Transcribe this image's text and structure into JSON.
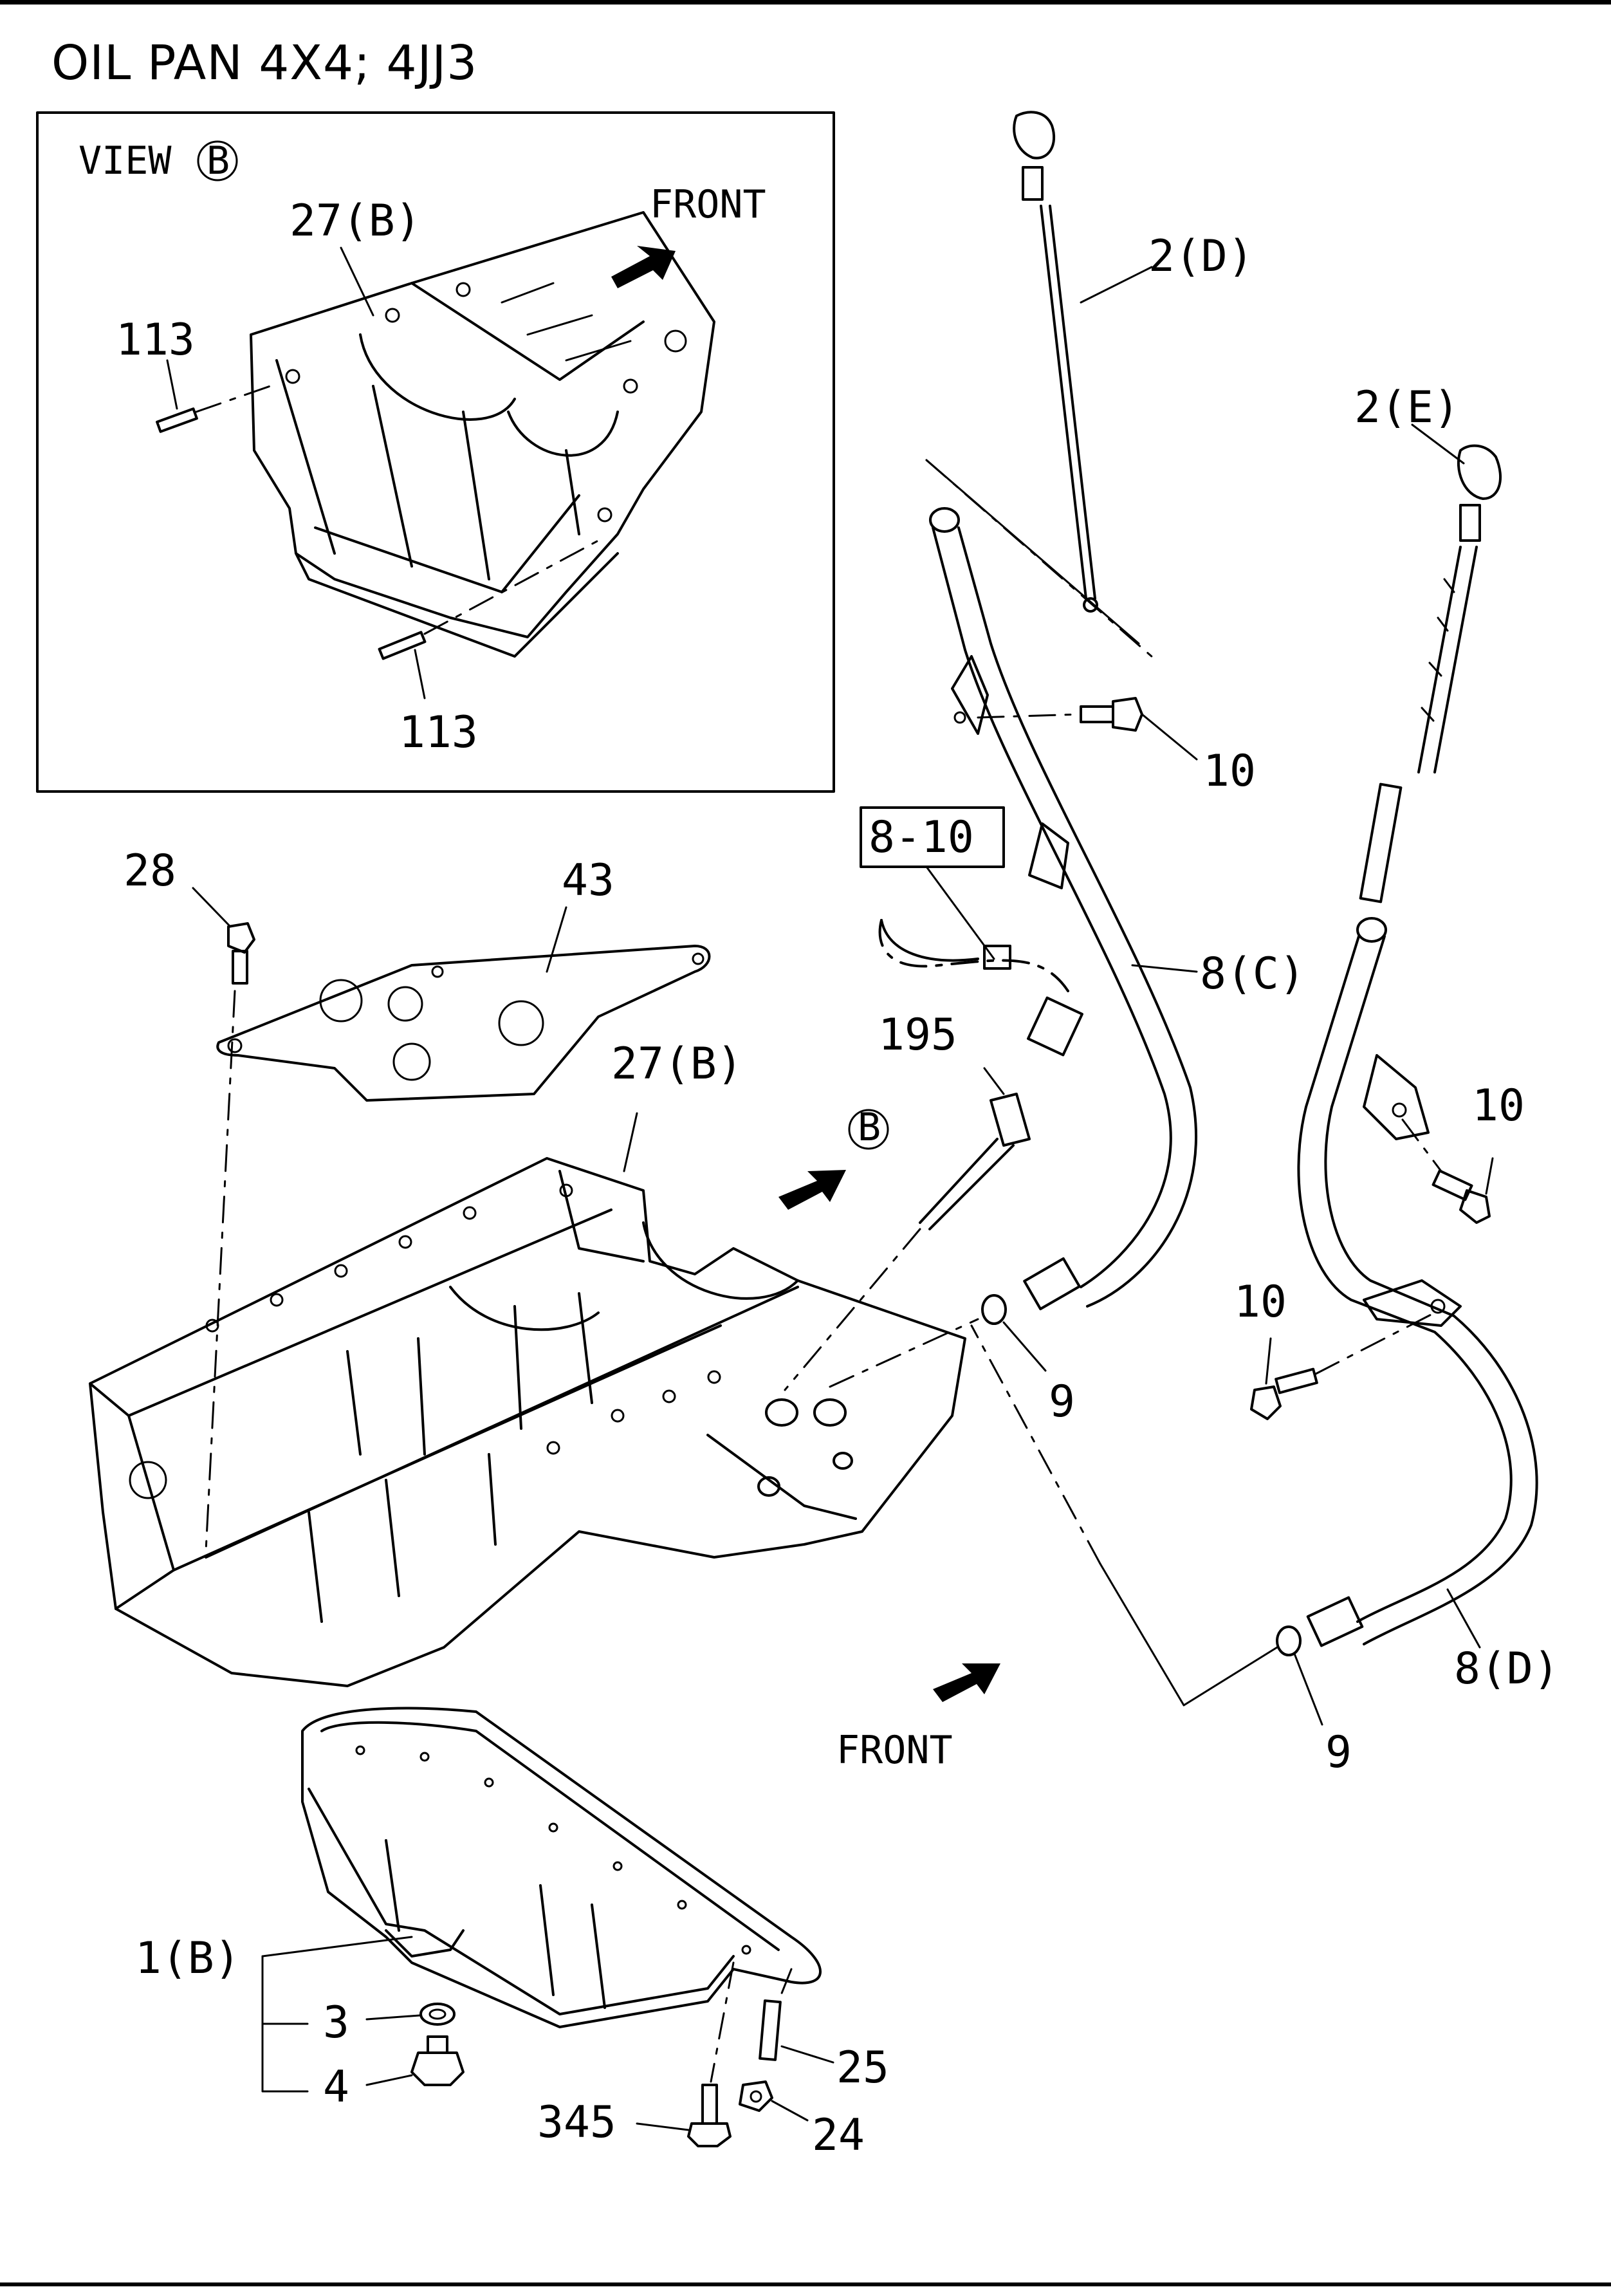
{
  "title": "OIL PAN 4X4; 4JJ3",
  "inset": {
    "view_label": "VIEW",
    "view_letter": "B",
    "front_label": "FRONT",
    "callouts": [
      "27(B)",
      "113",
      "113"
    ]
  },
  "callouts": {
    "dipstick_d": "2(D)",
    "dipstick_e": "2(E)",
    "bolt_10_a": "10",
    "bolt_10_b": "10",
    "bolt_10_c": "10",
    "ref_box": "8-10",
    "tube_c": "8(C)",
    "tube_d": "8(D)",
    "sensor": "195",
    "bolt_28": "28",
    "gasket_43": "43",
    "housing": "27(B)",
    "view_b_letter": "B",
    "oring_9_a": "9",
    "oring_9_b": "9",
    "front_label": "FRONT",
    "pan": "1(B)",
    "washer": "3",
    "plug": "4",
    "stud": "25",
    "bolt_345": "345",
    "nut_24": "24"
  }
}
